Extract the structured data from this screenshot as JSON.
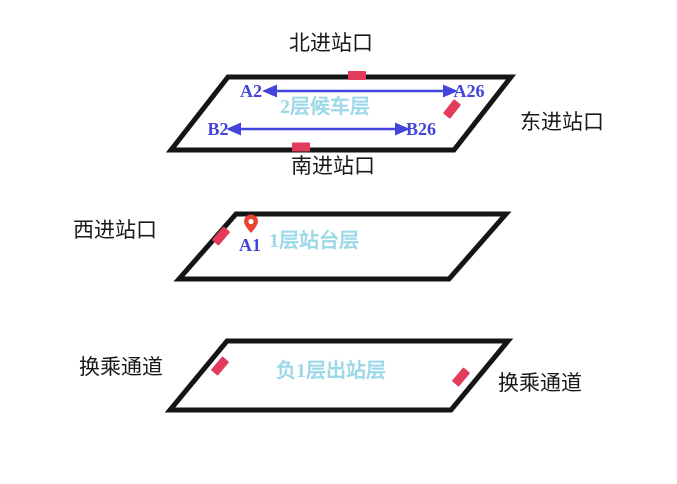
{
  "diagram": {
    "entrances": {
      "north": "北进站口",
      "east": "东进站口",
      "south": "南进站口",
      "west": "西进站口"
    },
    "transfers": {
      "left": "换乘通道",
      "right": "换乘通道"
    },
    "floors": {
      "waiting": "2层候车层",
      "platform": "1层站台层",
      "exit": "负1层出站层"
    },
    "gates": {
      "a2": "A2",
      "a26": "A26",
      "b2": "B2",
      "b26": "B26",
      "a1": "A1"
    }
  },
  "colors": {
    "blue": "#4444dd",
    "cyan": "#9bd8e8",
    "marker_red": "#e23b5b",
    "pin_red": "#e8432f",
    "outline": "#151515",
    "background": "#ffffff"
  }
}
